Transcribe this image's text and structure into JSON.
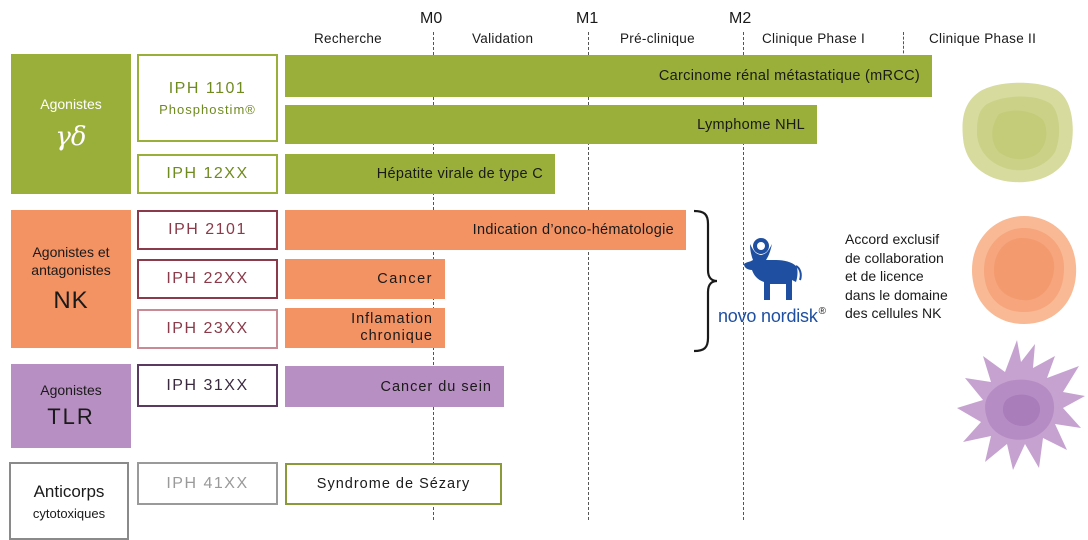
{
  "milestones": [
    "M0",
    "M1",
    "M2"
  ],
  "phases": [
    "Recherche",
    "Validation",
    "Pré-clinique",
    "Clinique Phase I",
    "Clinique Phase II"
  ],
  "categories": [
    {
      "line1": "Agonistes",
      "line2": "γδ",
      "color": "#9aaf3a"
    },
    {
      "line1": "Agonistes et",
      "line1b": "antagonistes",
      "line2": "NK",
      "color": "#f39263"
    },
    {
      "line1": "Agonistes",
      "line2": "TLR",
      "color": "#b88fc3"
    },
    {
      "line1": "Anticorps",
      "line2": "cytotoxiques",
      "color": "#ffffff"
    }
  ],
  "codes": [
    {
      "name": "IPH 1101",
      "sub": "Phosphostim®"
    },
    {
      "name": "IPH 12XX"
    },
    {
      "name": "IPH 2101"
    },
    {
      "name": "IPH 22XX"
    },
    {
      "name": "IPH 23XX"
    },
    {
      "name": "IPH 31XX"
    },
    {
      "name": "IPH 41XX"
    }
  ],
  "bars": [
    {
      "label": "Carcinome rénal métastatique (mRCC)"
    },
    {
      "label": "Lymphome NHL"
    },
    {
      "label": "Hépatite virale de type C"
    },
    {
      "label": "Indication d’onco-hématologie"
    },
    {
      "label": "Cancer"
    },
    {
      "label": "Inflamation",
      "label2": "chronique"
    },
    {
      "label": "Cancer du sein"
    },
    {
      "label": "Syndrome de Sézary"
    }
  ],
  "partner": {
    "logo_text": "novo nordisk",
    "logo_mark": "®",
    "logo_color": "#1e4fa0",
    "description": [
      "Accord exclusif",
      "de collaboration",
      "et de licence",
      "dans le domaine",
      "des cellules NK"
    ]
  },
  "icons": [
    "cell-green-icon",
    "cell-orange-icon",
    "cell-purple-dendritic-icon",
    "apis-bull-icon"
  ]
}
